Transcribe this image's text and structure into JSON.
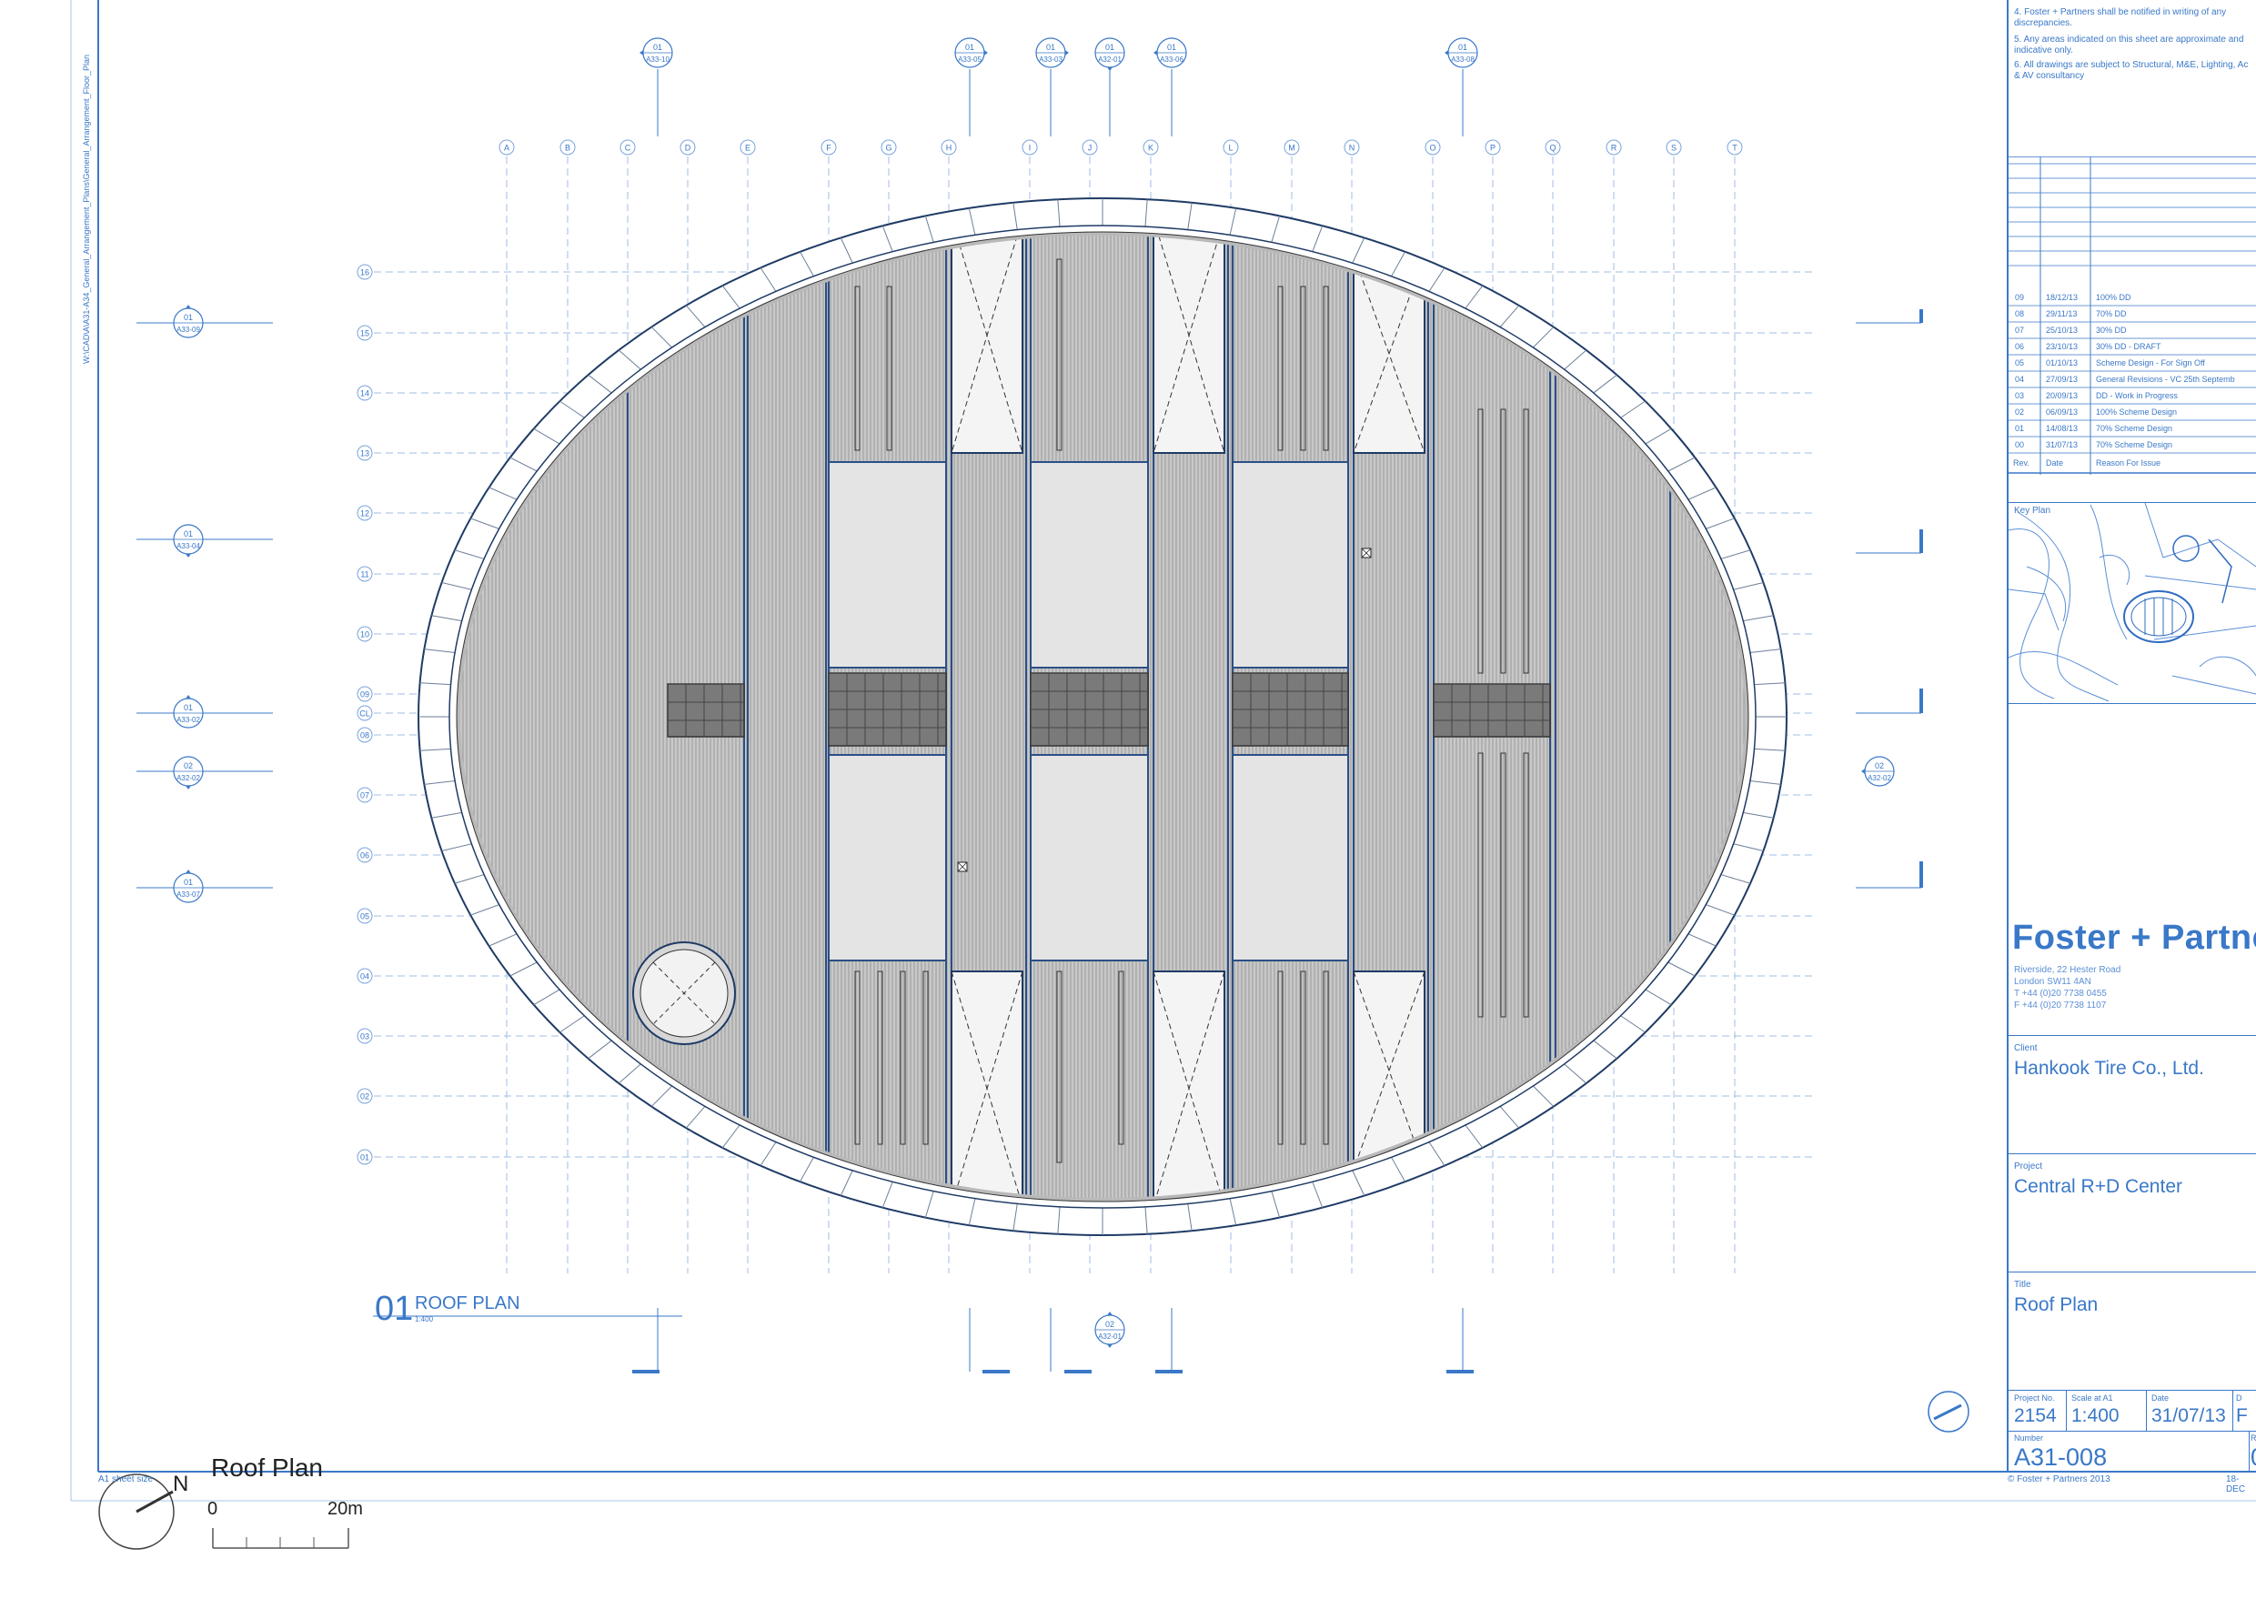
{
  "file_path": "W:\\CAD\\A\\A31-A34_General_Arrangement_Plans\\General_Arrangement_Floor_Plan",
  "notes": [
    "4. Foster + Partners shall be notified in writing of any discrepancies.",
    "5. Any areas indicated on this sheet are approximate and indicative only.",
    "6. All drawings are subject to Structural, M&E, Lighting, Ac & AV consultancy"
  ],
  "grid": {
    "columns": [
      "A",
      "B",
      "C",
      "D",
      "E",
      "F",
      "G",
      "H",
      "I",
      "J",
      "K",
      "L",
      "M",
      "N",
      "O",
      "P",
      "Q",
      "R",
      "S",
      "T"
    ],
    "rows": [
      "16",
      "15",
      "14",
      "13",
      "12",
      "11",
      "10",
      "09",
      "CL",
      "08",
      "07",
      "06",
      "05",
      "04",
      "03",
      "02",
      "01"
    ]
  },
  "section_markers": {
    "top": [
      {
        "num": "01",
        "ref": "A33-10"
      },
      {
        "num": "01",
        "ref": "A33-05"
      },
      {
        "num": "01",
        "ref": "A33-03"
      },
      {
        "num": "01",
        "ref": "A32-01"
      },
      {
        "num": "01",
        "ref": "A33-06"
      },
      {
        "num": "01",
        "ref": "A33-08"
      }
    ],
    "left": [
      {
        "num": "01",
        "ref": "A33-09"
      },
      {
        "num": "01",
        "ref": "A33-04"
      },
      {
        "num": "01",
        "ref": "A33-02"
      },
      {
        "num": "02",
        "ref": "A32-02"
      },
      {
        "num": "01",
        "ref": "A33-07"
      }
    ],
    "right": [
      {
        "num": "02",
        "ref": "A32-02"
      }
    ],
    "bottom": [
      {
        "num": "02",
        "ref": "A32-01"
      }
    ]
  },
  "drawing_title": {
    "number": "01",
    "title": "ROOF PLAN",
    "scale": "1:400"
  },
  "revisions": {
    "rows": [
      {
        "rev": "09",
        "date": "18/12/13",
        "reason": "100% DD"
      },
      {
        "rev": "08",
        "date": "29/11/13",
        "reason": "70% DD"
      },
      {
        "rev": "07",
        "date": "25/10/13",
        "reason": "30% DD"
      },
      {
        "rev": "06",
        "date": "23/10/13",
        "reason": "30% DD - DRAFT"
      },
      {
        "rev": "05",
        "date": "01/10/13",
        "reason": "Scheme Design - For Sign Off"
      },
      {
        "rev": "04",
        "date": "27/09/13",
        "reason": "General Revisions - VC 25th Septemb"
      },
      {
        "rev": "03",
        "date": "20/09/13",
        "reason": "DD - Work in Progress"
      },
      {
        "rev": "02",
        "date": "06/09/13",
        "reason": "100% Scheme Design"
      },
      {
        "rev": "01",
        "date": "14/08/13",
        "reason": "70% Scheme Design"
      },
      {
        "rev": "00",
        "date": "31/07/13",
        "reason": "70% Scheme Design"
      }
    ],
    "header": {
      "rev": "Rev.",
      "date": "Date",
      "reason": "Reason For  Issue"
    }
  },
  "key_plan_label": "Key Plan",
  "firm": {
    "name": "Foster + Partne",
    "address": [
      "Riverside, 22 Hester Road",
      "London SW11 4AN",
      "T +44 (0)20 7738 0455",
      "F +44 (0)20 7738 1107"
    ]
  },
  "client": {
    "label": "Client",
    "value": "Hankook Tire Co., Ltd."
  },
  "project": {
    "label": "Project",
    "value": "Central R+D Center"
  },
  "title_block": {
    "label": "Title",
    "value": "Roof Plan"
  },
  "info": {
    "project_no_label": "Project No.",
    "project_no": "2154",
    "scale_label": "Scale at A1",
    "scale": "1:400",
    "date_label": "Date",
    "date": "31/07/13",
    "d_label": "D",
    "d_value": "F",
    "number_label": "Number",
    "number": "A31-008",
    "r_label": "R",
    "r_value": "0"
  },
  "copyright": "© Foster + Partners 2013",
  "issue_date_fragment": "18-DEC",
  "sheet_size": "A1 sheet size",
  "legend": {
    "north": "N",
    "title": "Roof Plan",
    "scale_start": "0",
    "scale_end": "20m"
  },
  "colors": {
    "line": "#3a78c8",
    "ink": "#1a1a1a",
    "panel_light": "#e4e4e4",
    "panel_dark": "#7a7a7a",
    "roof": "#b9b9b9"
  }
}
